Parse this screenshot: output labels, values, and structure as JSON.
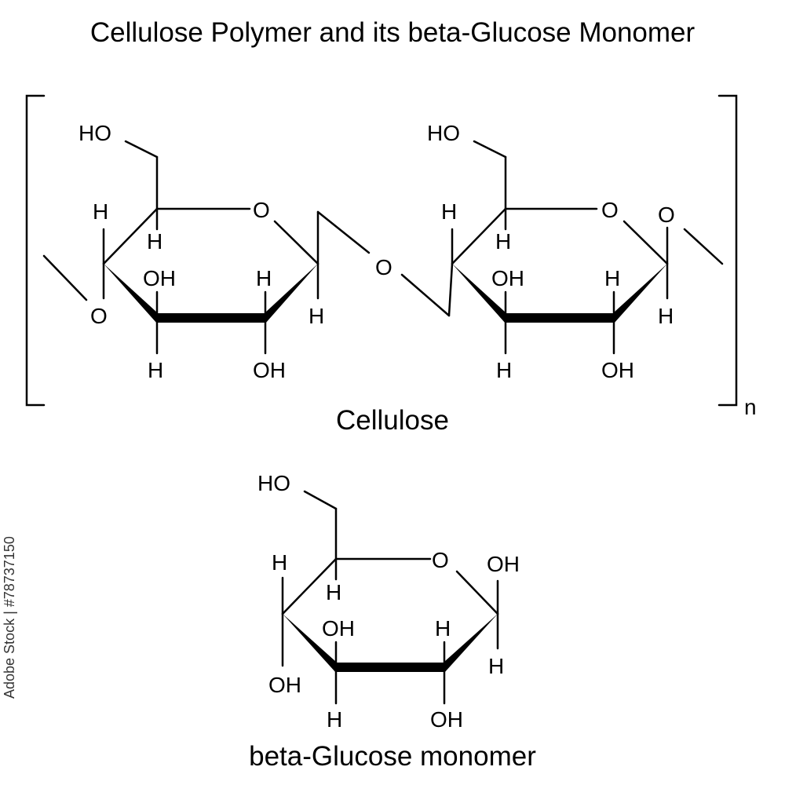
{
  "title": "Cellulose Polymer and its beta-Glucose Monomer",
  "captions": {
    "cellulose": "Cellulose",
    "monomer": "beta-Glucose monomer"
  },
  "repeat_subscript": "n",
  "stock_id": "Adobe Stock | #78737150",
  "atoms": {
    "HO": "HO",
    "O": "O",
    "H": "H",
    "OH": "OH"
  }
}
